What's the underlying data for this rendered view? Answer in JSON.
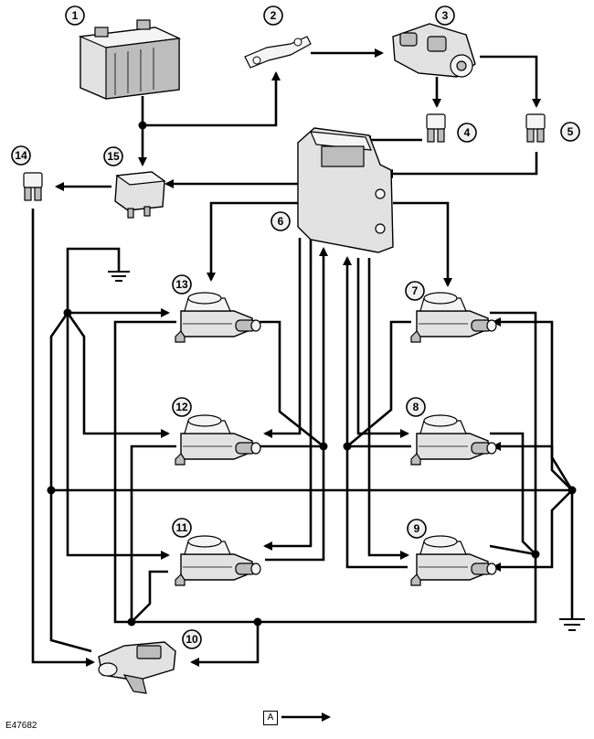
{
  "figure_code": "E47682",
  "legend": {
    "box_letter": "A",
    "arrow": "signal-direction-arrow"
  },
  "components": [
    {
      "number": "1",
      "part": "battery"
    },
    {
      "number": "2",
      "part": "fusible-link"
    },
    {
      "number": "3",
      "part": "ignition-switch"
    },
    {
      "number": "4",
      "part": "fuse"
    },
    {
      "number": "5",
      "part": "fuse"
    },
    {
      "number": "6",
      "part": "engine-control-module"
    },
    {
      "number": "7",
      "part": "ignition-coil"
    },
    {
      "number": "8",
      "part": "ignition-coil"
    },
    {
      "number": "9",
      "part": "ignition-coil"
    },
    {
      "number": "10",
      "part": "sensor-connector"
    },
    {
      "number": "11",
      "part": "ignition-coil"
    },
    {
      "number": "12",
      "part": "ignition-coil"
    },
    {
      "number": "13",
      "part": "ignition-coil"
    },
    {
      "number": "14",
      "part": "fuse"
    },
    {
      "number": "15",
      "part": "relay"
    }
  ],
  "colors": {
    "line": "#000000",
    "badge_fill": "#f0f0f0",
    "part_fill": "#e2e2e2"
  }
}
